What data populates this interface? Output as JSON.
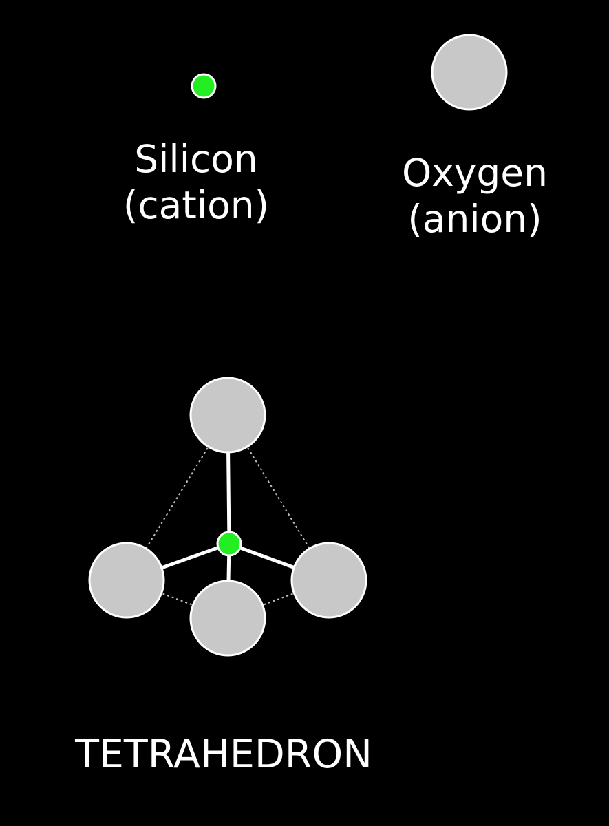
{
  "legend": {
    "silicon": {
      "name": "Silicon",
      "role": "(cation)"
    },
    "oxygen": {
      "name": "Oxygen",
      "role": "(anion)"
    }
  },
  "structure": {
    "name": "TETRAHEDRON"
  },
  "colors": {
    "background": "#000000",
    "silicon": "#22ee22",
    "oxygen": "#c8c8c8",
    "outline": "#ffffff",
    "text": "#ffffff"
  }
}
